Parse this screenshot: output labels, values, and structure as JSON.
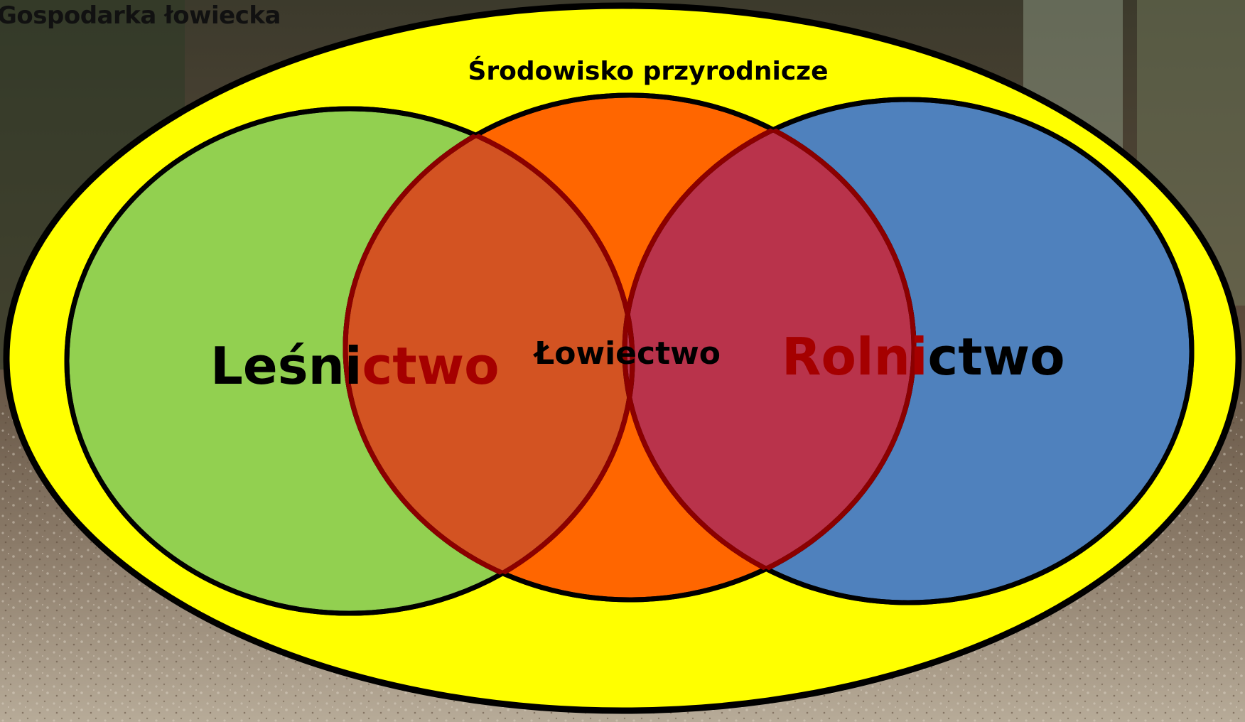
{
  "slide": {
    "corner_title": "Gospodarka łowiecka"
  },
  "diagram": {
    "outer_label": "Środowisko przyrodnicze",
    "center_label": "Łowiectwo",
    "left_label": {
      "part_a": "Leśni",
      "part_b": "ctwo"
    },
    "right_label": {
      "part_a": "Rolni",
      "part_b": "ctwo"
    },
    "colors": {
      "outer_fill": "#ffff00",
      "forestry_fill": "#92d050",
      "hunting_fill": "#ff6600",
      "agriculture_fill": "#4f81bd",
      "overlap_left": "#d35322",
      "overlap_right": "#b9334b",
      "text_dark": "#000000",
      "text_red": "#a50000",
      "outline": "#000000",
      "outline_overlap": "#8b0000"
    }
  }
}
